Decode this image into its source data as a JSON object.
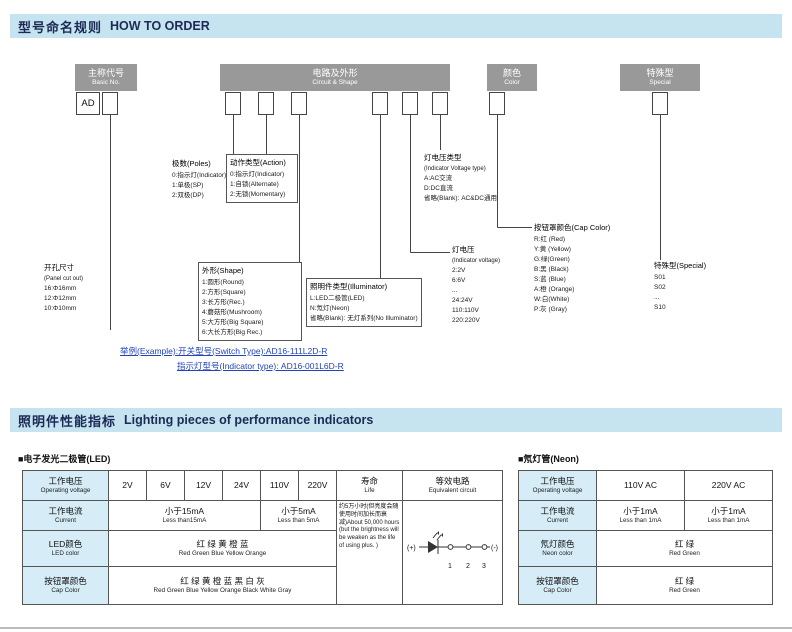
{
  "colors": {
    "header_bar_bg": "#c5e4ef",
    "header_text": "#1c2a55",
    "gray_box_bg": "#999999",
    "table_header_bg": "#d6ecf6",
    "example_link": "#2244bb"
  },
  "section1": {
    "title_zh": "型号命名规则",
    "title_en": "HOW TO ORDER"
  },
  "section2": {
    "title_zh": "照明件性能指标",
    "title_en": "Lighting pieces of performance indicators"
  },
  "diagram": {
    "basic_no": {
      "zh": "主称代号",
      "en": "Basic No.",
      "code": "AD"
    },
    "circuit_shape": {
      "zh": "电路及外形",
      "en": "Circuit & Shape"
    },
    "color": {
      "zh": "颜色",
      "en": "Color"
    },
    "special": {
      "zh": "特殊型",
      "en": "Special"
    },
    "panel_cutout": {
      "title_zh": "开孔尺寸",
      "title_en": "(Panel cut out)",
      "items": [
        "16:Φ16mm",
        "12:Φ12mm",
        "10:Φ10mm"
      ]
    },
    "poles": {
      "title": "极数(Poles)",
      "items": [
        "0:指示灯(Indicator)",
        "1:单极(SP)",
        "2:双极(DP)"
      ]
    },
    "action": {
      "title": "动作类型(Action)",
      "items": [
        "0:指示灯(Indicator)",
        "1:自锁(Alternate)",
        "2:无锁(Momentary)"
      ]
    },
    "voltage_type": {
      "title_zh": "灯电压类型",
      "title_en": "(Indicator Voltage type)",
      "items": [
        "A:AC交流",
        "D:DC直流",
        "省略(Blank): AC&DC通用"
      ]
    },
    "shape": {
      "title": "外形(Shape)",
      "items": [
        "1:圆形(Round)",
        "2:方形(Square)",
        "3:长方形(Rec.)",
        "4:蘑菇形(Mushroom)",
        "5:大方形(Big Square)",
        "6:大长方形(Big Rec.)"
      ]
    },
    "illuminator": {
      "title": "照明件类型(Illuminator)",
      "items": [
        "L:LED二极管(LED)",
        "N:氖灯(Neon)",
        "省略(Blank): 无灯系列(No Illuminator)"
      ]
    },
    "voltage": {
      "title_zh": "灯电压",
      "title_en": "(Indicator voltage)",
      "items": [
        "2:2V",
        "6:6V",
        "...",
        "24:24V",
        "110:110V",
        "220:220V"
      ]
    },
    "cap_color": {
      "title": "按钮罩颜色(Cap Color)",
      "items": [
        "R:红 (Red)",
        "Y:黄 (Yellow)",
        "G:绿(Green)",
        "B:黑 (Black)",
        "S:蓝 (Blue)",
        "A:橙 (Orange)",
        "W:白(White)",
        "P:灰 (Gray)"
      ]
    },
    "special_list": {
      "title": "特殊型(Special)",
      "items": [
        "S01",
        "S02",
        "...",
        "S10"
      ]
    },
    "example": {
      "line1": "举例(Example):开关型号(Switch Type):AD16-111L2D-R",
      "line2": "指示灯型号(Indicator type): AD16-001L6D-R"
    }
  },
  "led": {
    "label": "■电子发光二极管(LED)",
    "operating_voltage": {
      "zh": "工作电压",
      "en": "Operating voltage",
      "values": [
        "2V",
        "6V",
        "12V",
        "24V",
        "110V",
        "220V"
      ]
    },
    "current": {
      "zh": "工作电流",
      "en": "Current",
      "low_zh": "小于15mA",
      "low_en": "Less than15mA",
      "high_zh": "小于5mA",
      "high_en": "Less than 5mA"
    },
    "led_color": {
      "zh": "LED颜色",
      "en": "LED color",
      "value_zh": "红 绿 黄 橙 蓝",
      "value_en": "Red Green Blue Yellow Orange"
    },
    "cap_color": {
      "zh": "按钮罩颜色",
      "en": "Cap Color",
      "value_zh": "红 绿 黄 橙 蓝 黑 白 灰",
      "value_en": "Red Green Blue Yellow Orange Black White Gray"
    },
    "life": {
      "zh": "寿命",
      "en": "Life",
      "value_zh": "约5万小时(但亮度会随使用时间加长而衰减)",
      "value_en": "About 50,000 hours (but the brightness will be weaken as the life of using plus. )"
    },
    "circuit": {
      "zh": "等效电路",
      "en": "Equivalent circuit",
      "plus": "(+)",
      "minus": "(-)",
      "t1": "1",
      "t2": "2",
      "t3": "3"
    }
  },
  "neon": {
    "label": "■氖灯管(Neon)",
    "operating_voltage": {
      "zh": "工作电压",
      "en": "Operating voltage",
      "v1": "110V AC",
      "v2": "220V AC"
    },
    "current": {
      "zh": "工作电流",
      "en": "Current",
      "v1_zh": "小于1mA",
      "v1_en": "Less than 1mA",
      "v2_zh": "小于1mA",
      "v2_en": "Less than 1mA"
    },
    "neon_color": {
      "zh": "氖灯颜色",
      "en": "Neon color",
      "value_zh": "红 绿",
      "value_en": "Red Green"
    },
    "cap_color": {
      "zh": "按钮罩颜色",
      "en": "Cap Color",
      "value_zh": "红 绿",
      "value_en": "Red Green"
    }
  }
}
